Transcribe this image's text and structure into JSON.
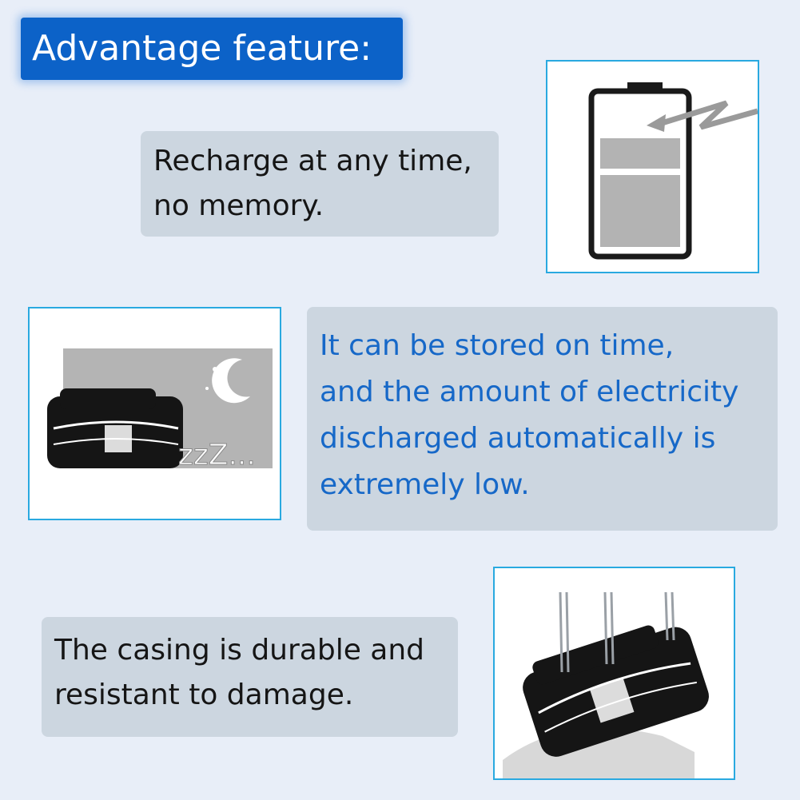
{
  "title": "Advantage feature:",
  "features": [
    {
      "lines": [
        "Recharge at any time,",
        "no memory."
      ],
      "icon": "battery-charging-icon"
    },
    {
      "lines": [
        "It can be stored on time,",
        "and the amount of electricity",
        "discharged automatically is",
        "extremely low."
      ],
      "icon": "sleeping-battery-icon",
      "sleep_text": "zzZ...",
      "text_color": "#1668c8"
    },
    {
      "lines": [
        "The casing is durable and",
        "resistant to damage."
      ],
      "icon": "hanging-battery-icon"
    }
  ],
  "colors": {
    "title_bg": "#0c62c8",
    "box_bg": "#ccd6e0",
    "frame_border": "#29a9e0",
    "page_bg": "#e8eef8"
  }
}
